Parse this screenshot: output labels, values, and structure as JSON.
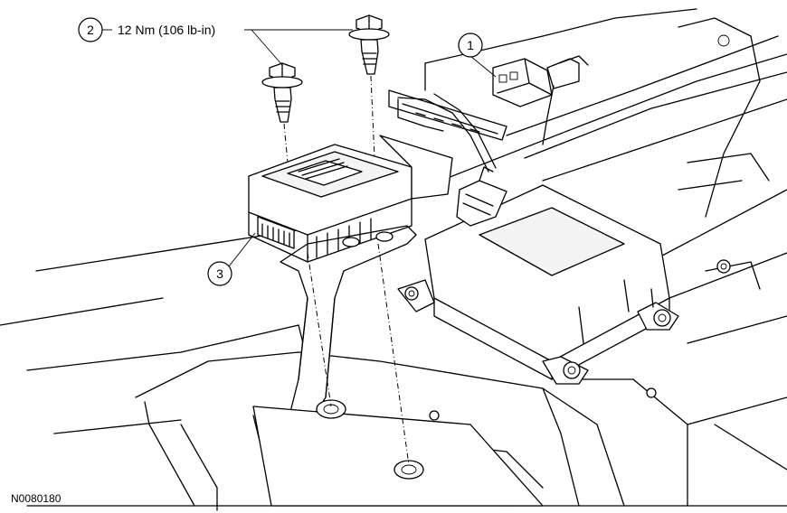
{
  "callouts": [
    {
      "id": "1",
      "label": "1"
    },
    {
      "id": "2",
      "label": "2",
      "spec": "12 Nm (106 lb-in)"
    },
    {
      "id": "3",
      "label": "3"
    }
  ],
  "figure_ref": "N0080180"
}
